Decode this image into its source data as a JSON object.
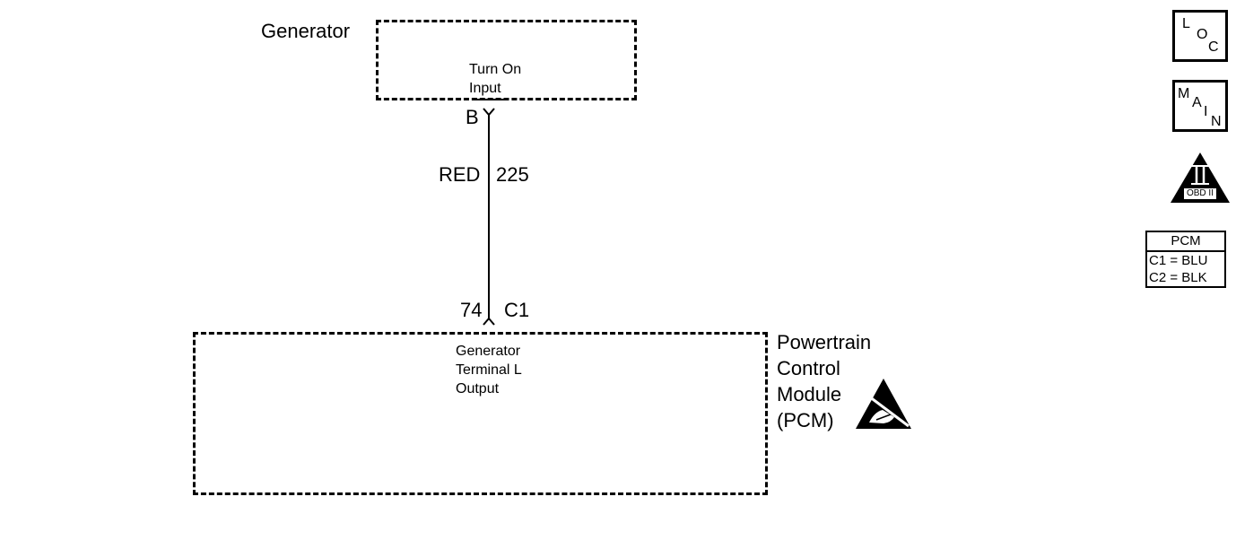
{
  "generator": {
    "title": "Generator",
    "input_line1": "Turn On",
    "input_line2": "Input",
    "terminal": "B"
  },
  "wire": {
    "color": "RED",
    "circuit": "225"
  },
  "pcm_connector": {
    "pin": "74",
    "connector": "C1"
  },
  "pcm": {
    "title_line1": "Powertrain",
    "title_line2": "Control",
    "title_line3": "Module",
    "title_line4": "(PCM)",
    "output_line1": "Generator",
    "output_line2": "Terminal L",
    "output_line3": "Output"
  },
  "legend": {
    "loc": [
      "L",
      "O",
      "C"
    ],
    "main": [
      "M",
      "A",
      "I",
      "N"
    ],
    "obd_numeral": "II",
    "obd_text": "OBD II",
    "table_header": "PCM",
    "table_rows": [
      "C1 = BLU",
      "C2 = BLK"
    ]
  }
}
